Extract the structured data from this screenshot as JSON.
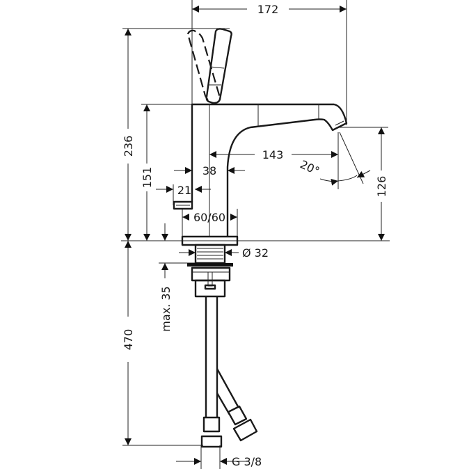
{
  "drawing": {
    "dimensions": {
      "overall_depth": "172",
      "total_height": "236",
      "spout_top_height": "151",
      "spout_outlet_height": "126",
      "spout_reach": "143",
      "body_width": "38",
      "lever_offset": "21",
      "base_size": "60/60",
      "shank_diameter": "Ø 32",
      "max_counter_thickness": "max. 35",
      "hose_length": "470",
      "connection_thread": "G 3/8",
      "spout_angle": "20°"
    }
  }
}
